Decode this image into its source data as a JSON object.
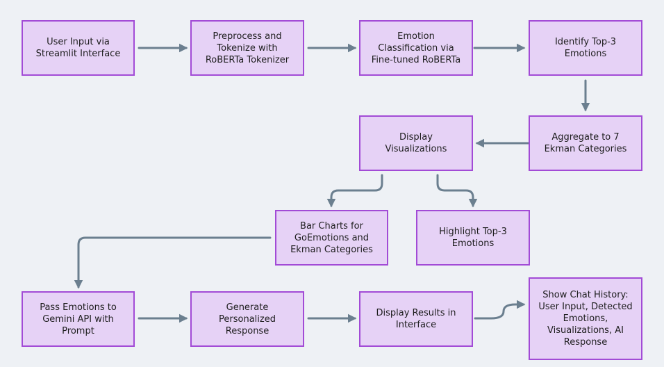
{
  "diagram": {
    "nodes": {
      "user_input": "User Input via\nStreamlit Interface",
      "preprocess": "Preprocess and\nTokenize with\nRoBERTa Tokenizer",
      "classify": "Emotion\nClassification via\nFine-tuned RoBERTa",
      "top3": "Identify Top-3\nEmotions",
      "aggregate": "Aggregate to 7\nEkman Categories",
      "display_viz": "Display\nVisualizations",
      "bar_charts": "Bar Charts for\nGoEmotions and\nEkman Categories",
      "highlight": "Highlight Top-3\nEmotions",
      "pass_gemini": "Pass Emotions to\nGemini API with\nPrompt",
      "generate": "Generate\nPersonalized\nResponse",
      "display_results": "Display Results in\nInterface",
      "chat_history": "Show Chat History:\nUser Input, Detected\nEmotions,\nVisualizations, AI\nResponse"
    },
    "colors": {
      "node_fill": "#e6d2f6",
      "node_border": "#a24bd6",
      "edge": "#6b7f8f",
      "background": "#eef1f5"
    }
  }
}
